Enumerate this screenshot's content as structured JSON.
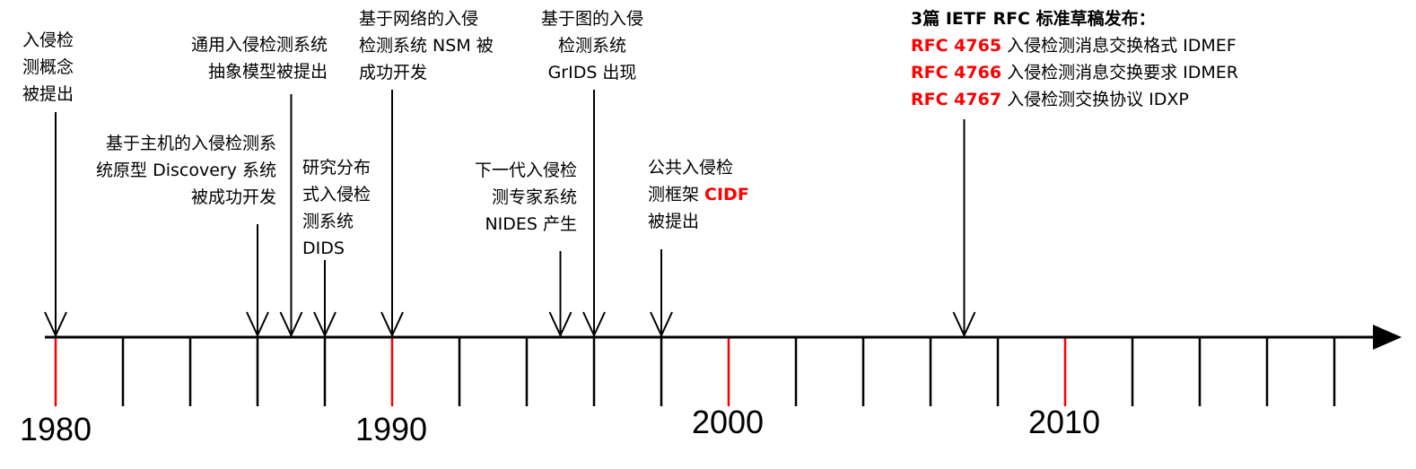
{
  "colors": {
    "accent": "#ff0000",
    "line": "#000000"
  },
  "axis": {
    "start_year": 1980,
    "end_year": 2018,
    "tick_step_years": 2,
    "highlight_years": [
      1980,
      1990,
      2000,
      2010
    ]
  },
  "years": [
    "1980",
    "1990",
    "2000",
    "2010"
  ],
  "events": [
    {
      "year": 1980,
      "lines": [
        "入侵检",
        "测概念",
        "被提出"
      ]
    },
    {
      "year": 1986,
      "lines": [
        "基于主机的入侵检测系",
        "统原型 Discovery 系统",
        "被成功开发"
      ]
    },
    {
      "year": 1987,
      "lines": [
        "通用入侵检测系统",
        "抽象模型被提出"
      ]
    },
    {
      "year": 1988,
      "lines": [
        "研究分布",
        "式入侵检",
        "测系统",
        "DIDS"
      ]
    },
    {
      "year": 1990,
      "lines": [
        "基于网络的入侵",
        "检测系统 NSM 被",
        "成功开发"
      ]
    },
    {
      "year": 1996,
      "lines": [
        "基于图的入侵",
        "检测系统",
        "GrIDS 出现"
      ]
    },
    {
      "year": 1995,
      "lines": [
        "下一代入侵检",
        "测专家系统",
        "NIDES 产生"
      ]
    },
    {
      "year": 1998,
      "lines": [
        "公共入侵检",
        "测框架 ",
        "被提出"
      ],
      "highlight": "CIDF"
    },
    {
      "year": 2007,
      "title": "3篇 IETF RFC 标准草稿发布：",
      "rfcs": [
        {
          "id": "RFC 4765",
          "text": " 入侵检测消息交换格式 IDMEF"
        },
        {
          "id": "RFC 4766",
          "text": " 入侵检测消息交换要求 IDMER"
        },
        {
          "id": "RFC 4767",
          "text": " 入侵检测交换协议  IDXP"
        }
      ]
    }
  ]
}
